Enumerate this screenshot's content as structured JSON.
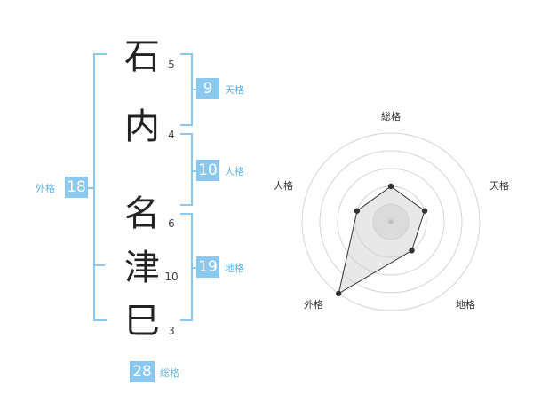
{
  "name": {
    "characters": [
      "石",
      "内",
      "名",
      "津",
      "巳"
    ],
    "strokes": [
      "5",
      "4",
      "6",
      "10",
      "3"
    ]
  },
  "fortunes": {
    "tenkaku": {
      "label": "天格",
      "value": "9"
    },
    "jinkaku": {
      "label": "人格",
      "value": "10"
    },
    "chikaku": {
      "label": "地格",
      "value": "19"
    },
    "gaikaku": {
      "label": "外格",
      "value": "18"
    },
    "soukaku": {
      "label": "総格",
      "value": "28"
    }
  },
  "colors": {
    "accent": "#8ac8f0",
    "label": "#62b3e6"
  },
  "chart_data": {
    "type": "radar",
    "axes": [
      "総格",
      "天格",
      "地格",
      "外格",
      "人格"
    ],
    "values": [
      2,
      2,
      2,
      5,
      2
    ],
    "max": 5
  }
}
